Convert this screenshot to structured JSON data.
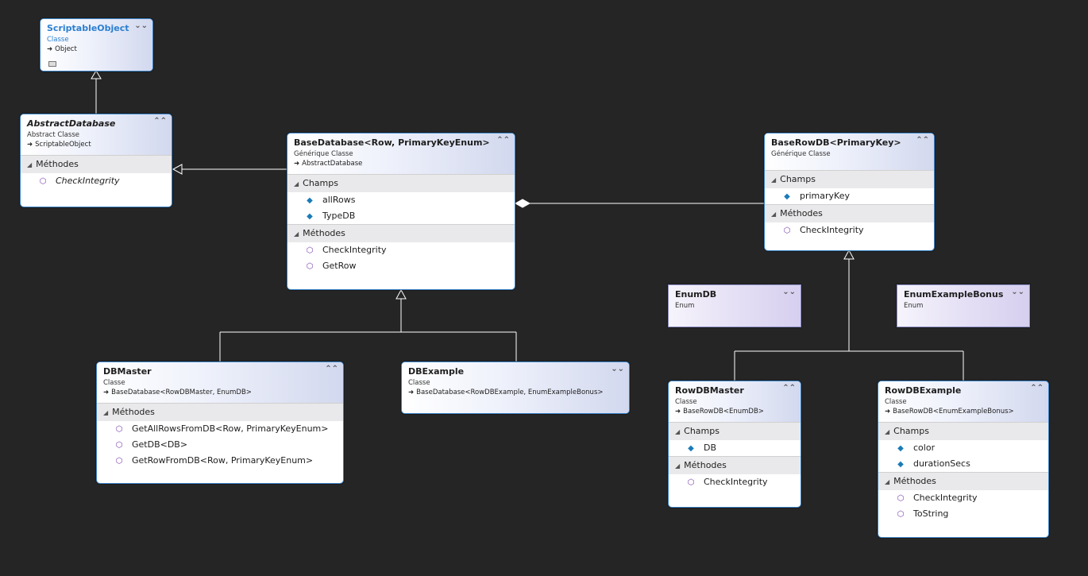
{
  "colors": {
    "background": "#252526",
    "border": "#3b83c6",
    "connector": "#ffffff",
    "field_icon": "#1a7bb8",
    "method_icon": "#7a3fb0"
  },
  "boxes": {
    "scriptable": {
      "title": "ScriptableObject",
      "kind": "Classe",
      "base": "Object"
    },
    "abstractdb": {
      "title": "AbstractDatabase",
      "kind": "Abstract Classe",
      "base": "ScriptableObject",
      "methods_label": "Méthodes",
      "methods": [
        "CheckIntegrity"
      ]
    },
    "basedb": {
      "title": "BaseDatabase<Row, PrimaryKeyEnum>",
      "kind": "Générique Classe",
      "base": "AbstractDatabase",
      "fields_label": "Champs",
      "fields": [
        "allRows",
        "TypeDB"
      ],
      "methods_label": "Méthodes",
      "methods": [
        "CheckIntegrity",
        "GetRow"
      ]
    },
    "baserowdb": {
      "title": "BaseRowDB<PrimaryKey>",
      "kind": "Générique Classe",
      "fields_label": "Champs",
      "fields": [
        "primaryKey"
      ],
      "methods_label": "Méthodes",
      "methods": [
        "CheckIntegrity"
      ]
    },
    "enumdb": {
      "title": "EnumDB",
      "kind": "Enum"
    },
    "enumbonus": {
      "title": "EnumExampleBonus",
      "kind": "Enum"
    },
    "dbmaster": {
      "title": "DBMaster",
      "kind": "Classe",
      "base": "BaseDatabase<RowDBMaster,  EnumDB>",
      "methods_label": "Méthodes",
      "methods": [
        "GetAllRowsFromDB<Row, PrimaryKeyEnum>",
        "GetDB<DB>",
        "GetRowFromDB<Row, PrimaryKeyEnum>"
      ]
    },
    "dbexample": {
      "title": "DBExample",
      "kind": "Classe",
      "base": "BaseDatabase<RowDBExample,  EnumExampleBonus>"
    },
    "rowdbmaster": {
      "title": "RowDBMaster",
      "kind": "Classe",
      "base": "BaseRowDB<EnumDB>",
      "fields_label": "Champs",
      "fields": [
        "DB"
      ],
      "methods_label": "Méthodes",
      "methods": [
        "CheckIntegrity"
      ]
    },
    "rowdbexample": {
      "title": "RowDBExample",
      "kind": "Classe",
      "base": "BaseRowDB<EnumExampleBonus>",
      "fields_label": "Champs",
      "fields": [
        "color",
        "durationSecs"
      ],
      "methods_label": "Méthodes",
      "methods": [
        "CheckIntegrity",
        "ToString"
      ]
    }
  }
}
